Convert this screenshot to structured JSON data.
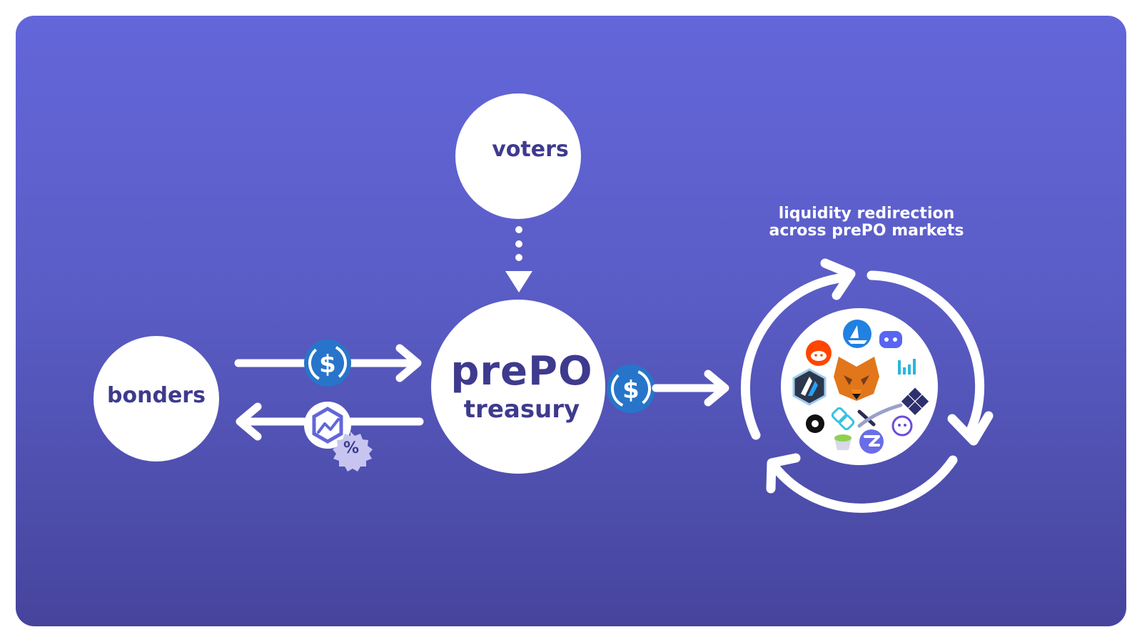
{
  "nodes": {
    "voters": "voters",
    "bonders": "bonders",
    "treasury_brand": "prePO",
    "treasury_label": "treasury"
  },
  "caption": {
    "line1": "liquidity redirection",
    "line2": "across prePO markets"
  },
  "badges": {
    "percent_symbol": "%"
  },
  "colors": {
    "background_top": "#6366d9",
    "background_bottom": "#46449c",
    "node_fill": "#ffffff",
    "node_text": "#3e3a8e",
    "usdc_blue": "#2775ca"
  },
  "icons": {
    "usdc": "usdc-coin-icon",
    "bond": "bond-token-icon",
    "discount": "percent-badge-icon",
    "fox": "metamask-fox-icon"
  }
}
